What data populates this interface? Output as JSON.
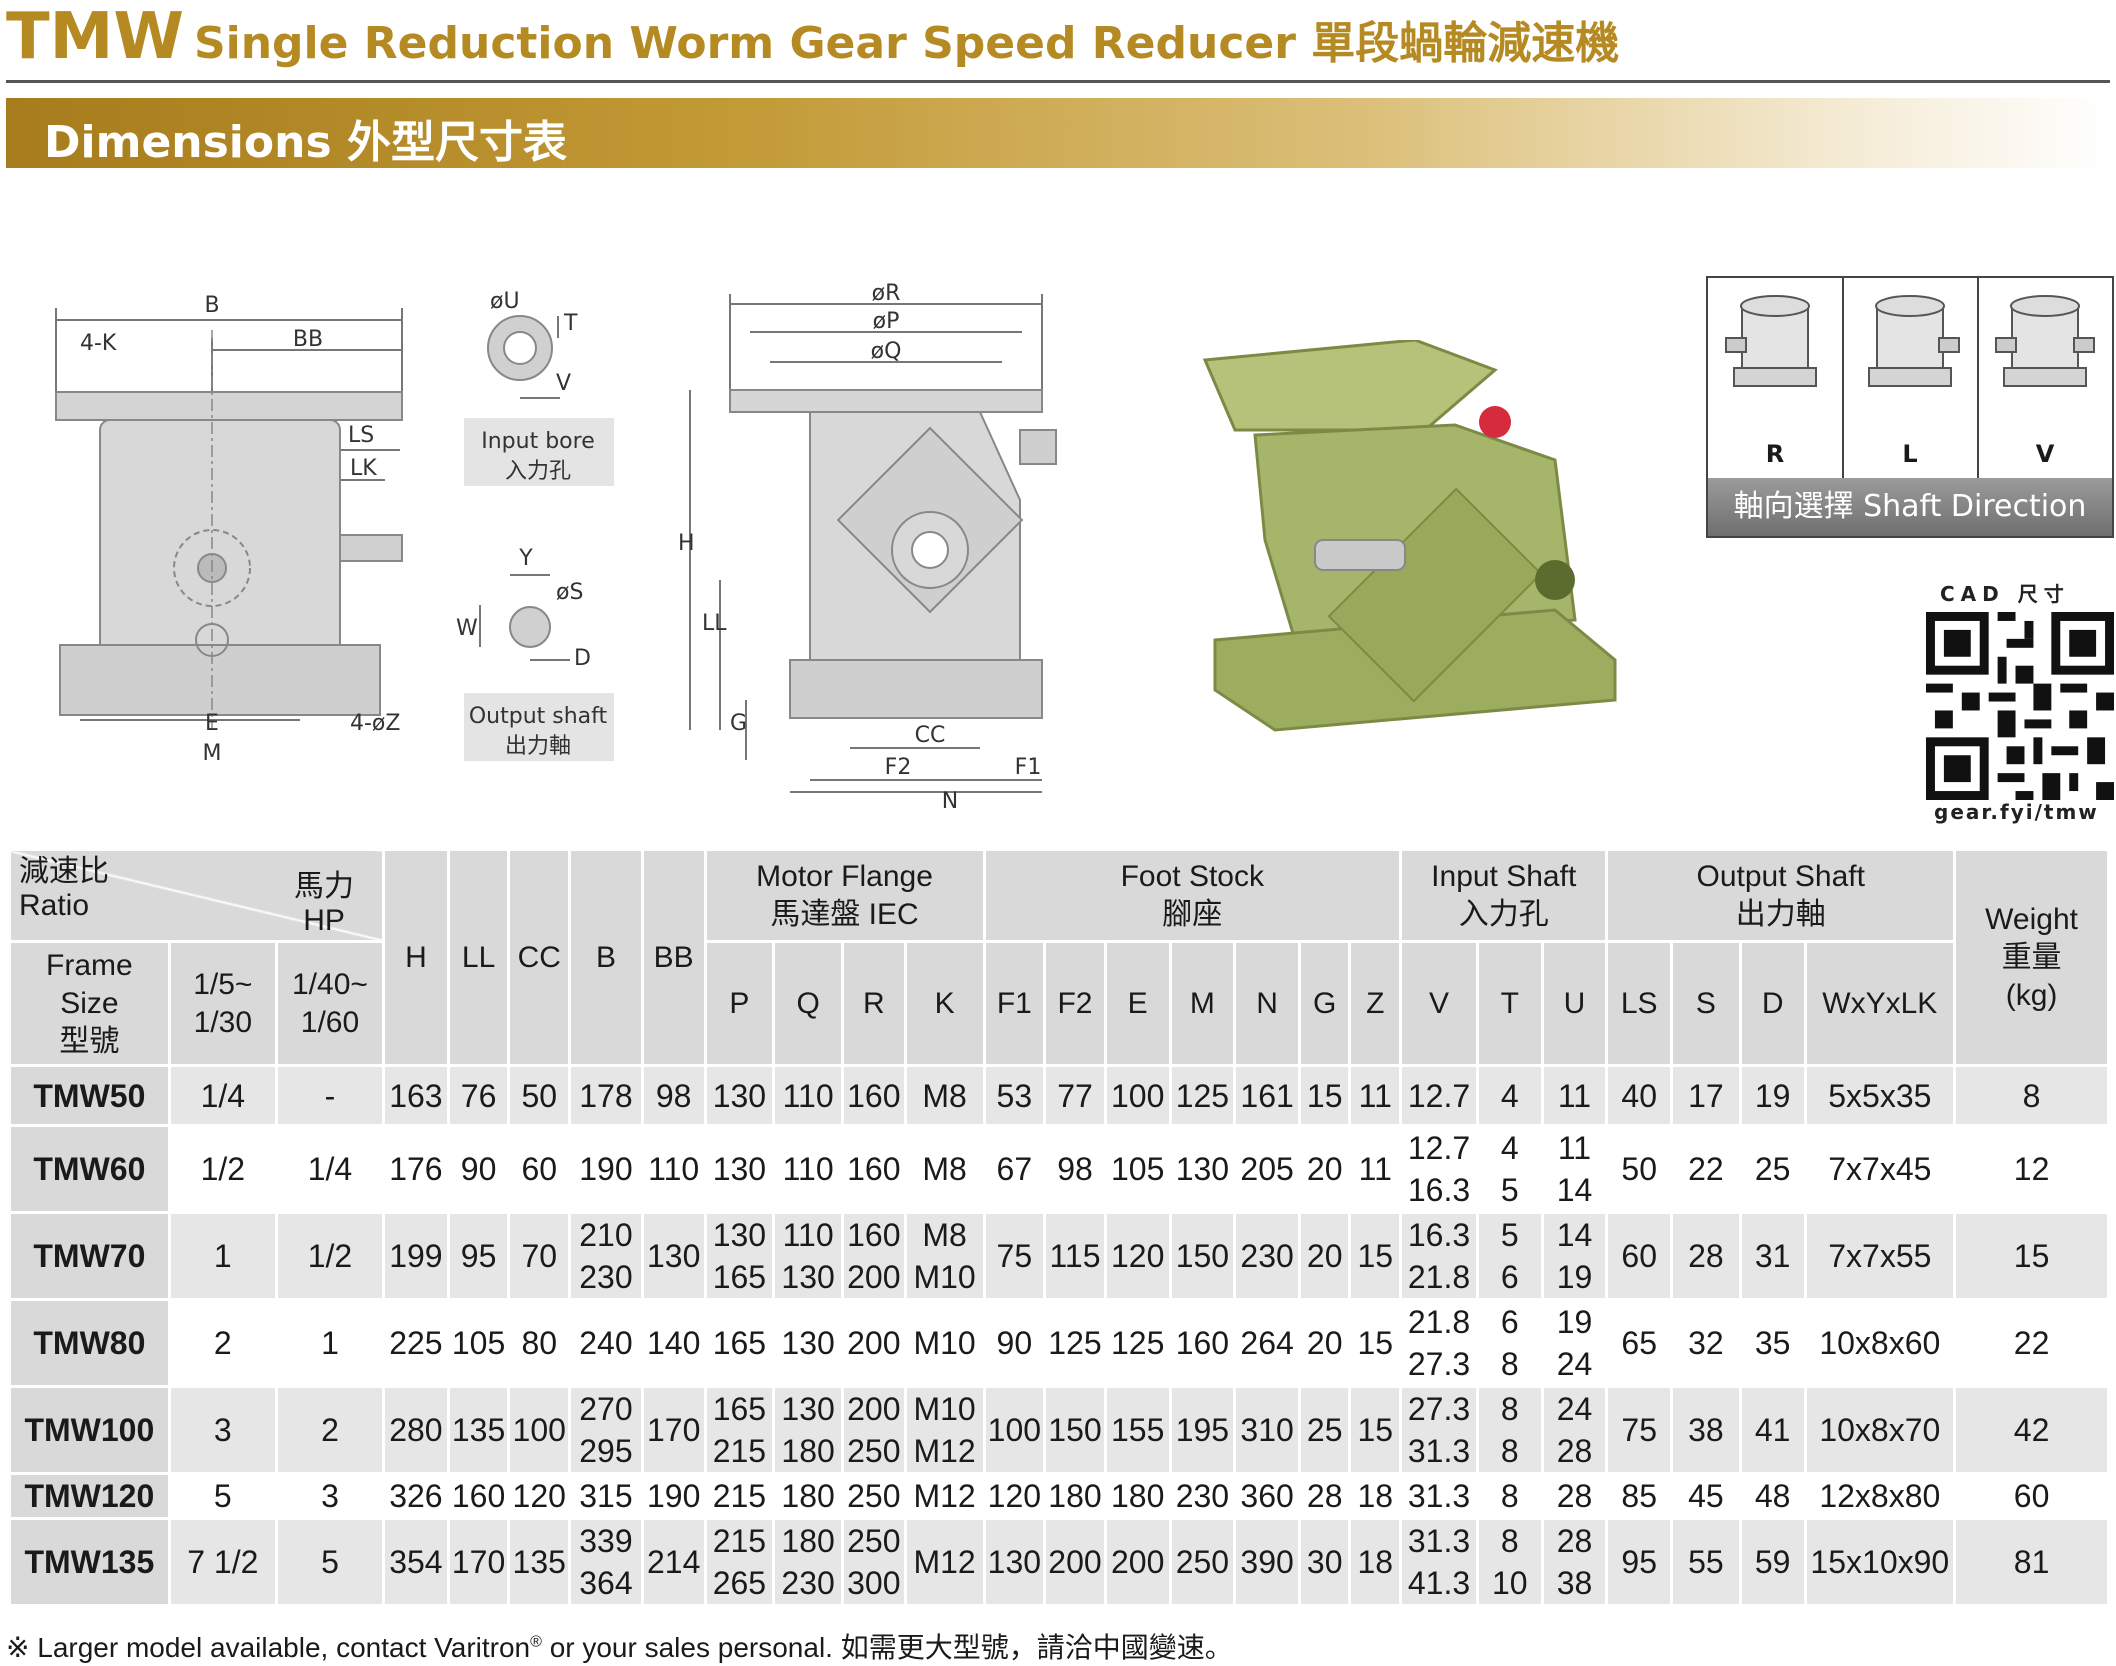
{
  "header": {
    "model": "TMW",
    "title": "Single Reduction Worm Gear Speed Reducer 單段蝸輪減速機",
    "section": "Dimensions 外型尺寸表"
  },
  "drawing_labels": {
    "side": {
      "B": "B",
      "BB": "BB",
      "K": "4-K",
      "LS": "LS",
      "LK": "LK",
      "E": "E",
      "M": "M",
      "Z": "4-øZ"
    },
    "input_bore": {
      "U": "øU",
      "T": "T",
      "V": "V",
      "caption_en": "Input bore",
      "caption_zh": "入力孔"
    },
    "output_shaft": {
      "Y": "Y",
      "S": "øS",
      "W": "W",
      "D": "D",
      "caption_en": "Output shaft",
      "caption_zh": "出力軸"
    },
    "front": {
      "R": "øR",
      "P": "øP",
      "Q": "øQ",
      "H": "H",
      "LL": "LL",
      "G": "G",
      "CC": "CC",
      "F2": "F2",
      "F1": "F1",
      "N": "N"
    }
  },
  "shaft_direction": {
    "options": [
      "R",
      "L",
      "V"
    ],
    "caption": "軸向選擇 Shaft Direction"
  },
  "qr": {
    "top": "CAD 尺寸",
    "url": "gear.fyi/tmw"
  },
  "table": {
    "corner": {
      "ratio_zh": "減速比",
      "ratio_en": "Ratio",
      "hp_zh": "馬力",
      "hp_en": "HP"
    },
    "frame": {
      "l1": "Frame",
      "l2": "Size",
      "l3": "型號"
    },
    "hp1": {
      "l1": "1/5~",
      "l2": "1/30"
    },
    "hp2": {
      "l1": "1/40~",
      "l2": "1/60"
    },
    "groups": {
      "motor": {
        "en": "Motor Flange",
        "zh": "馬達盤 IEC"
      },
      "foot": {
        "en": "Foot Stock",
        "zh": "腳座"
      },
      "input": {
        "en": "Input Shaft",
        "zh": "入力孔"
      },
      "output": {
        "en": "Output Shaft",
        "zh": "出力軸"
      },
      "weight": {
        "en": "Weight",
        "zh": "重量",
        "unit": "(kg)"
      }
    },
    "cols": [
      "H",
      "LL",
      "CC",
      "B",
      "BB",
      "P",
      "Q",
      "R",
      "K",
      "F1",
      "F2",
      "E",
      "M",
      "N",
      "G",
      "Z",
      "V",
      "T",
      "U",
      "LS",
      "S",
      "D",
      "WxYxLK"
    ],
    "rows": [
      {
        "model": "TMW50",
        "r1": "1/4",
        "r2": "-",
        "H": "163",
        "LL": "76",
        "CC": "50",
        "B": "178",
        "BB": "98",
        "P": "130",
        "Q": "110",
        "R": "160",
        "K": "M8",
        "F1": "53",
        "F2": "77",
        "E": "100",
        "M": "125",
        "N": "161",
        "G": "15",
        "Z": "11",
        "V": "12.7",
        "T": "4",
        "U": "11",
        "LS": "40",
        "S": "17",
        "D": "19",
        "WYLK": "5x5x35",
        "W": "8"
      },
      {
        "model": "TMW60",
        "r1": "1/2",
        "r2": "1/4",
        "H": "176",
        "LL": "90",
        "CC": "60",
        "B": "190",
        "BB": "110",
        "P": "130",
        "Q": "110",
        "R": "160",
        "K": "M8",
        "F1": "67",
        "F2": "98",
        "E": "105",
        "M": "130",
        "N": "205",
        "G": "20",
        "Z": "11",
        "V": "12.7",
        "V2": "16.3",
        "T": "4",
        "T2": "5",
        "U": "11",
        "U2": "14",
        "LS": "50",
        "S": "22",
        "D": "25",
        "WYLK": "7x7x45",
        "W": "12"
      },
      {
        "model": "TMW70",
        "r1": "1",
        "r2": "1/2",
        "H": "199",
        "LL": "95",
        "CC": "70",
        "B": "210",
        "B2": "230",
        "BB": "130",
        "P": "130",
        "P2": "165",
        "Q": "110",
        "Q2": "130",
        "R": "160",
        "R2": "200",
        "K": "M8",
        "K2": "M10",
        "F1": "75",
        "F2": "115",
        "E": "120",
        "M": "150",
        "N": "230",
        "G": "20",
        "Z": "15",
        "V": "16.3",
        "V2": "21.8",
        "T": "5",
        "T2": "6",
        "U": "14",
        "U2": "19",
        "LS": "60",
        "S": "28",
        "D": "31",
        "WYLK": "7x7x55",
        "W": "15"
      },
      {
        "model": "TMW80",
        "r1": "2",
        "r2": "1",
        "H": "225",
        "LL": "105",
        "CC": "80",
        "B": "240",
        "BB": "140",
        "P": "165",
        "Q": "130",
        "R": "200",
        "K": "M10",
        "F1": "90",
        "F2": "125",
        "E": "125",
        "M": "160",
        "N": "264",
        "G": "20",
        "Z": "15",
        "V": "21.8",
        "V2": "27.3",
        "T": "6",
        "T2": "8",
        "U": "19",
        "U2": "24",
        "LS": "65",
        "S": "32",
        "D": "35",
        "WYLK": "10x8x60",
        "W": "22"
      },
      {
        "model": "TMW100",
        "r1": "3",
        "r2": "2",
        "H": "280",
        "LL": "135",
        "CC": "100",
        "B": "270",
        "B2": "295",
        "BB": "170",
        "P": "165",
        "P2": "215",
        "Q": "130",
        "Q2": "180",
        "R": "200",
        "R2": "250",
        "K": "M10",
        "K2": "M12",
        "F1": "100",
        "F2": "150",
        "E": "155",
        "M": "195",
        "N": "310",
        "G": "25",
        "Z": "15",
        "V": "27.3",
        "V2": "31.3",
        "T": "8",
        "T2": "8",
        "U": "24",
        "U2": "28",
        "LS": "75",
        "S": "38",
        "D": "41",
        "WYLK": "10x8x70",
        "W": "42"
      },
      {
        "model": "TMW120",
        "r1": "5",
        "r2": "3",
        "H": "326",
        "LL": "160",
        "CC": "120",
        "B": "315",
        "BB": "190",
        "P": "215",
        "Q": "180",
        "R": "250",
        "K": "M12",
        "F1": "120",
        "F2": "180",
        "E": "180",
        "M": "230",
        "N": "360",
        "G": "28",
        "Z": "18",
        "V": "31.3",
        "T": "8",
        "U": "28",
        "LS": "85",
        "S": "45",
        "D": "48",
        "WYLK": "12x8x80",
        "W": "60"
      },
      {
        "model": "TMW135",
        "r1": "7 1/2",
        "r2": "5",
        "H": "354",
        "LL": "170",
        "CC": "135",
        "B": "339",
        "B2": "364",
        "BB": "214",
        "P": "215",
        "P2": "265",
        "Q": "180",
        "Q2": "230",
        "R": "250",
        "R2": "300",
        "K": "M12",
        "F1": "130",
        "F2": "200",
        "E": "200",
        "M": "250",
        "N": "390",
        "G": "30",
        "Z": "18",
        "V": "31.3",
        "V2": "41.3",
        "T": "8",
        "T2": "10",
        "U": "28",
        "U2": "38",
        "LS": "95",
        "S": "55",
        "D": "59",
        "WYLK": "15x10x90",
        "W": "81"
      }
    ]
  },
  "footnote": {
    "mark": "※",
    "text1": "Larger model available, contact Varitron",
    "reg": "®",
    "text2": "or your sales personal. 如需更大型號，請洽中國變速。"
  },
  "colors": {
    "gold": "#b58a22",
    "gear_green": "#a5b56a",
    "table_gray": "#d9d9d9",
    "red_cap": "#d62b3c"
  }
}
